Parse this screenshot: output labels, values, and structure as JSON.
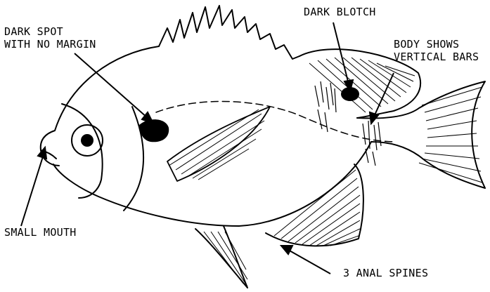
{
  "labels": {
    "dark_spot": "DARK SPOT\nWITH NO MARGIN",
    "dark_blotch": "DARK BLOTCH",
    "vertical_bars": "BODY SHOWS\nVERTICAL BARS",
    "small_mouth": "SMALL MOUTH",
    "anal_spines": "3 ANAL SPINES"
  },
  "colors": {
    "ink": "#000000",
    "paper": "#ffffff"
  }
}
